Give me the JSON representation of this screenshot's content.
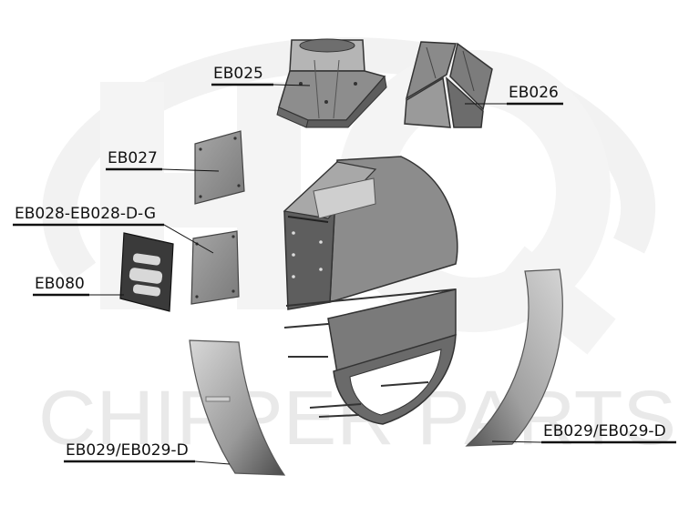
{
  "watermark": {
    "brand_text": "CHIPPER PARTS",
    "logo_name": "hq-logo-watermark",
    "color": "#ececec"
  },
  "part_labels": {
    "eb025": "EB025",
    "eb026": "EB026",
    "eb027": "EB027",
    "eb028": "EB028-EB028-D-G",
    "eb080": "EB080",
    "eb029_left": "EB029/EB029-D",
    "eb029_right": "EB029/EB029-D"
  },
  "colors": {
    "part_fill": "#8f8f8f",
    "part_dark": "#3a3a3a",
    "part_light": "#b9b9b9",
    "leader_line": "#111111"
  }
}
